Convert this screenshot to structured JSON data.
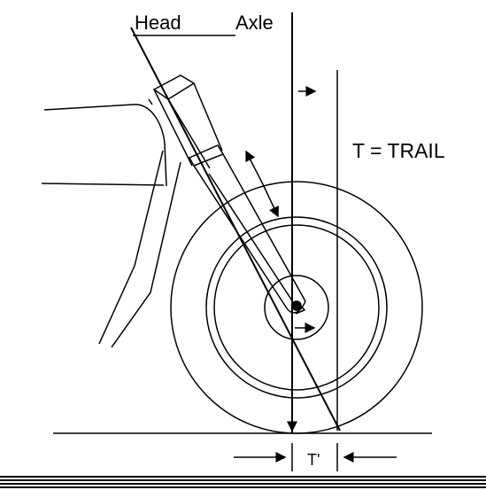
{
  "diagram": {
    "labels": {
      "head": "Head",
      "axle": "Axle",
      "trail_equation": "T = TRAIL",
      "trail_short": "T'"
    },
    "colors": {
      "stroke": "#000000",
      "background": "#ffffff"
    }
  }
}
